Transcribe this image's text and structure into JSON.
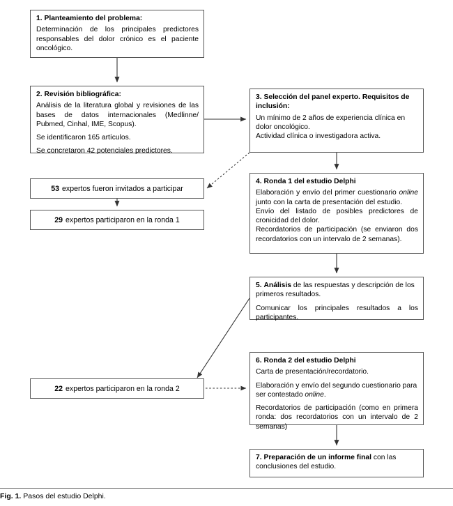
{
  "figure": {
    "caption_label": "Fig. 1.",
    "caption_text": "Pasos del estudio Delphi."
  },
  "boxes": {
    "box1": {
      "number": "1.",
      "heading": "Planteamiento del problema:",
      "body": "Determinación de los principales predictores responsables del dolor crónico es el paciente oncológico."
    },
    "box2": {
      "number": "2.",
      "heading": "Revisión bibliográfica:",
      "line1": "Análisis de la literatura global y revisiones de las bases de datos internacionales (Medlinne/ Pubmed, Cinhal, IME, Scopus).",
      "line2": "Se identificaron 165 artículos.",
      "line3": "Se concretaron 42 potenciales predictores."
    },
    "box3": {
      "number": "3.",
      "heading": "Selección del panel experto. Requisitos de inclusión:",
      "line1": "Un mínimo de 2 años de experiencia clínica en dolor oncológico.",
      "line2": "Actividad clínica o investigadora activa."
    },
    "box4": {
      "number": "4.",
      "heading": "Ronda 1 del estudio Delphi",
      "line1_a": "Elaboración y envío del primer cuestionario ",
      "line1_em": "online",
      "line1_b": " junto con la carta de presentación del estudio.",
      "line2": "Envío del listado de posibles predictores de cronicidad del dolor.",
      "line3": "Recordatorios de participación (se enviaron dos recordatorios con un intervalo de 2 semanas)."
    },
    "box5": {
      "number": "5.",
      "heading": "Análisis",
      "heading_rest": " de las respuestas y descripción de los primeros resultados.",
      "line1": "Comunicar los principales resultados a los participantes."
    },
    "box6": {
      "number": "6.",
      "heading": "Ronda 2 del estudio Delphi",
      "line1": "Carta de presentación/recordatorio.",
      "line2_a": "Elaboración y envío del segundo cuestionario para ser contestado ",
      "line2_em": "online",
      "line2_b": ".",
      "line3": "Recordatorios de participación (como en primera ronda: dos recordatorios con un intervalo de 2 semanas)"
    },
    "box7": {
      "number": "7.",
      "heading": "Preparación de un informe final",
      "heading_rest": " con las conclusiones del estudio."
    }
  },
  "counts": {
    "invited": {
      "number": "53",
      "text": "expertos fueron invitados a participar"
    },
    "round1": {
      "number": "29",
      "text": "expertos participaron en la ronda 1"
    },
    "round2": {
      "number": "22",
      "text": "expertos participaron en la ronda 2"
    }
  },
  "connectors": [
    {
      "name": "arrow-box1-to-box2",
      "style": "solid",
      "direction": "down"
    },
    {
      "name": "arrow-box2-to-box3",
      "style": "solid",
      "direction": "right"
    },
    {
      "name": "arrow-box3-to-invited",
      "style": "dashed",
      "direction": "down-left"
    },
    {
      "name": "arrow-box3-to-box4",
      "style": "solid",
      "direction": "down"
    },
    {
      "name": "arrow-invited-to-round1",
      "style": "solid",
      "direction": "down"
    },
    {
      "name": "arrow-box4-to-box5",
      "style": "solid",
      "direction": "down"
    },
    {
      "name": "arrow-box5-to-round2",
      "style": "solid",
      "direction": "down-left"
    },
    {
      "name": "arrow-round2-to-box6",
      "style": "dashed",
      "direction": "right"
    },
    {
      "name": "arrow-box6-to-box7",
      "style": "solid",
      "direction": "down"
    }
  ],
  "colors": {
    "border": "#555555",
    "line": "#333333",
    "background": "#ffffff",
    "text": "#000000"
  }
}
